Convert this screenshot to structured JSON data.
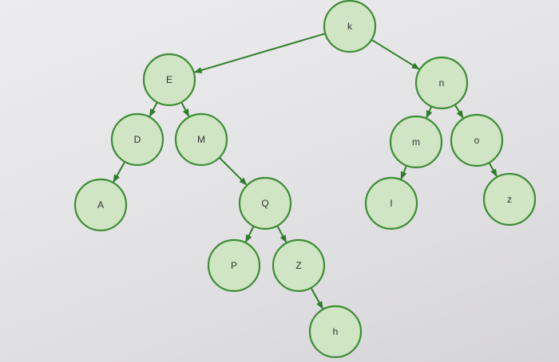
{
  "colors": {
    "node_fill": "#cfe5c3",
    "node_stroke": "#3d8d35",
    "edge": "#2f7d2a",
    "label": "#333333"
  },
  "nodes": [
    {
      "id": "k",
      "label": "k"
    },
    {
      "id": "E",
      "label": "E"
    },
    {
      "id": "n",
      "label": "n"
    },
    {
      "id": "D",
      "label": "D"
    },
    {
      "id": "M",
      "label": "M"
    },
    {
      "id": "m",
      "label": "m"
    },
    {
      "id": "o",
      "label": "o"
    },
    {
      "id": "A",
      "label": "A"
    },
    {
      "id": "Q",
      "label": "Q"
    },
    {
      "id": "l",
      "label": "l"
    },
    {
      "id": "z",
      "label": "z"
    },
    {
      "id": "P",
      "label": "P"
    },
    {
      "id": "Z",
      "label": "Z"
    },
    {
      "id": "h",
      "label": "h"
    }
  ],
  "edges": [
    {
      "from": "k",
      "to": "E"
    },
    {
      "from": "k",
      "to": "n"
    },
    {
      "from": "E",
      "to": "D"
    },
    {
      "from": "E",
      "to": "M"
    },
    {
      "from": "D",
      "to": "A"
    },
    {
      "from": "M",
      "to": "Q"
    },
    {
      "from": "Q",
      "to": "P"
    },
    {
      "from": "Q",
      "to": "Z"
    },
    {
      "from": "Z",
      "to": "h"
    },
    {
      "from": "n",
      "to": "m"
    },
    {
      "from": "n",
      "to": "o"
    },
    {
      "from": "m",
      "to": "l"
    },
    {
      "from": "o",
      "to": "z"
    }
  ]
}
